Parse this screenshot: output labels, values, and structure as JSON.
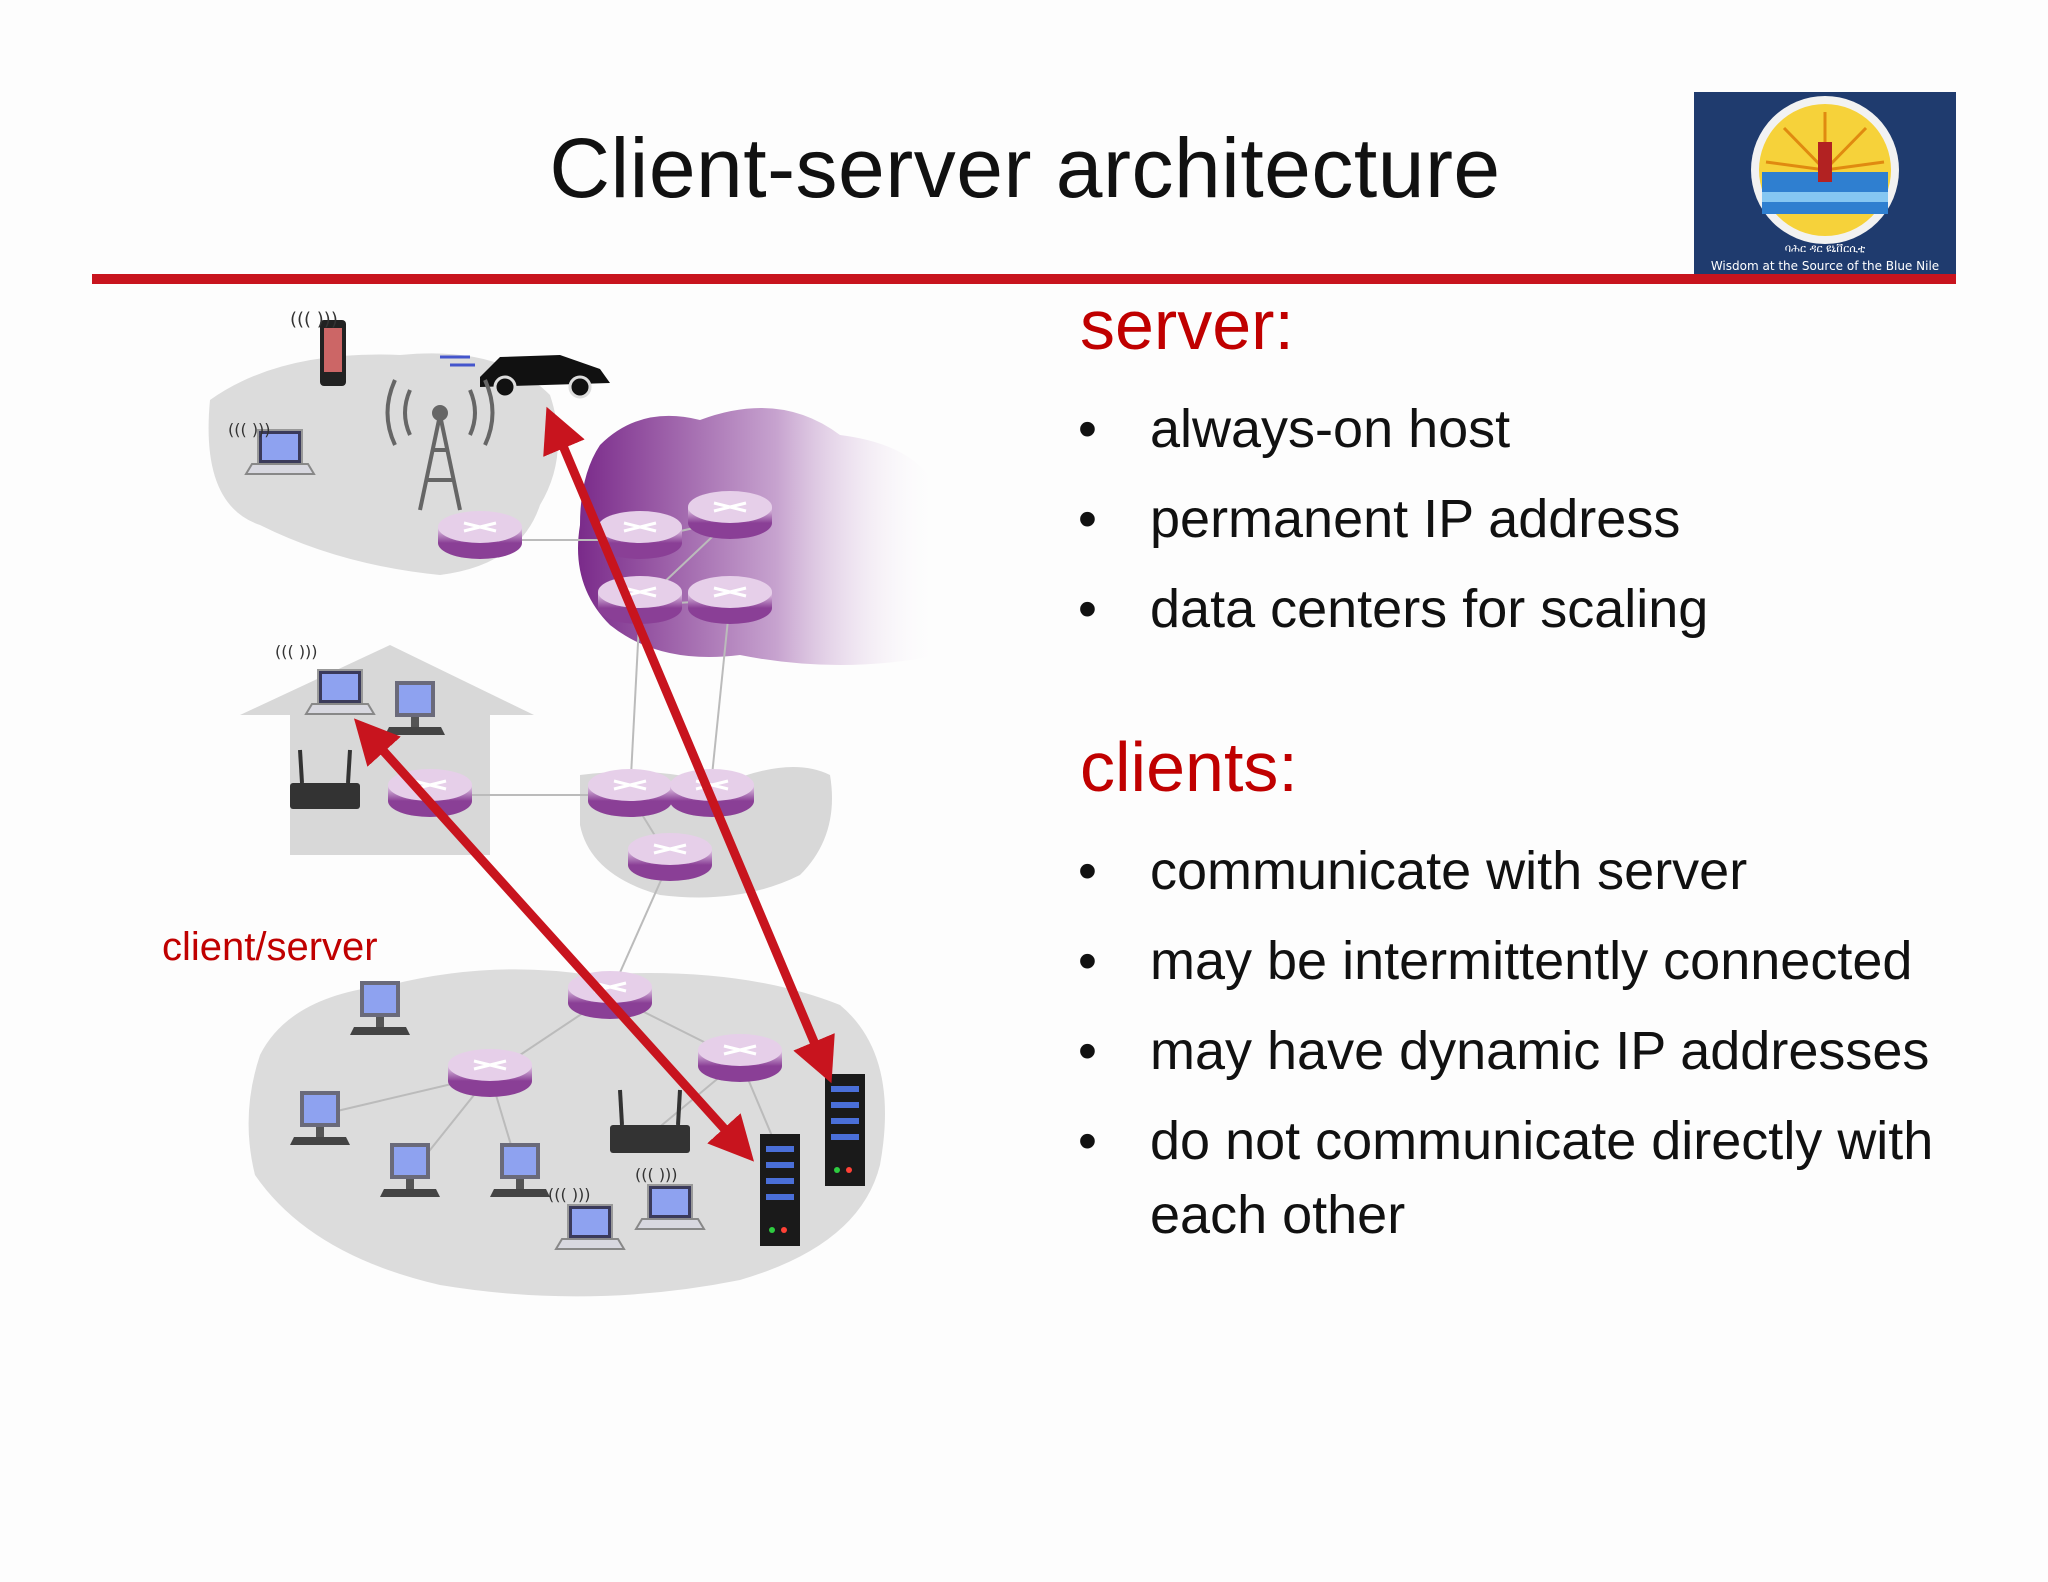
{
  "slide": {
    "title": "Client-server architecture",
    "logo": {
      "caption_amharic": "ባሕር ዳር ዩኒቨርሲቲ",
      "caption": "Wisdom at the Source of the Blue Nile",
      "colors": {
        "background": "#1f3b6e",
        "sun": "#f4c430",
        "water": "#2f7fd0"
      }
    },
    "accent_color": "#c8141e",
    "heading_color": "#c00000"
  },
  "server_section": {
    "heading": "server:",
    "bullets": [
      "always-on host",
      "permanent IP address",
      "data centers for scaling"
    ]
  },
  "clients_section": {
    "heading": "clients:",
    "bullets": [
      "communicate with server",
      "may be intermittently connected",
      "may have dynamic IP addresses",
      "do not communicate directly with each other"
    ]
  },
  "diagram": {
    "label": "client/server",
    "icons": [
      "smartphone-icon",
      "car-icon",
      "cell-tower-icon",
      "laptop-icon",
      "router-icon",
      "desktop-icon",
      "wifi-router-icon",
      "server-icon",
      "house-icon"
    ]
  }
}
